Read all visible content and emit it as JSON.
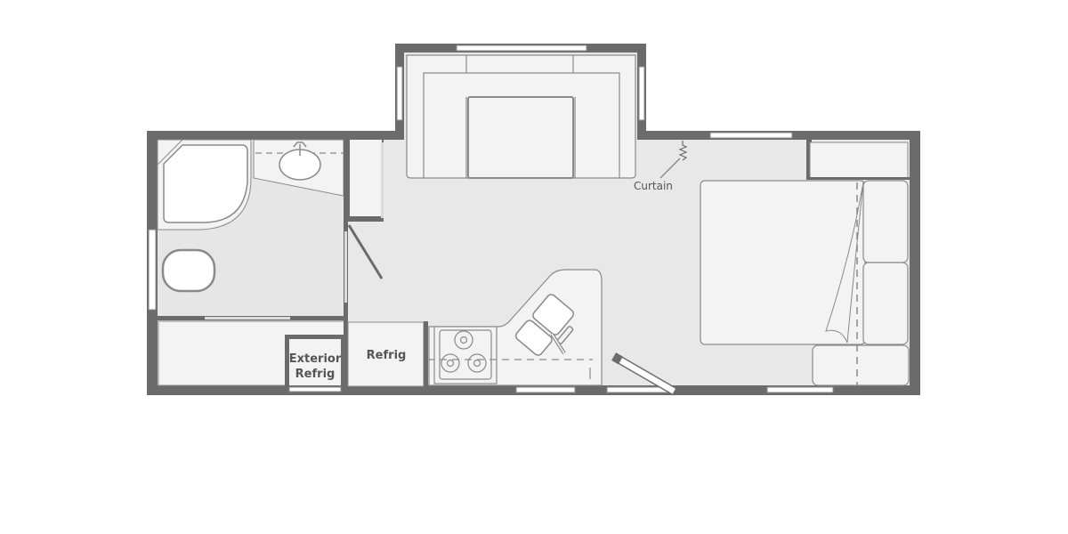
{
  "diagram": {
    "type": "rv-floor-plan",
    "colors": {
      "wall": "#6b6b6b",
      "floor": "#e8e8e8",
      "furniture": "#f3f3f3",
      "outline": "#8a8a8a",
      "window": "#ffffff",
      "label": "#555555"
    },
    "labels": {
      "curtain": "Curtain",
      "exterior_refrig_line1": "Exterior",
      "exterior_refrig_line2": "Refrig",
      "refrig": "Refrig"
    },
    "areas": [
      {
        "id": "bathroom",
        "features": [
          "corner-shower",
          "sink",
          "toilet"
        ]
      },
      {
        "id": "wardrobe"
      },
      {
        "id": "slide-out-sofa",
        "features": [
          "sofa",
          "ottoman"
        ]
      },
      {
        "id": "kitchen",
        "features": [
          "refrigerator",
          "three-burner-stove",
          "double-sink"
        ]
      },
      {
        "id": "exterior-refrigerator"
      },
      {
        "id": "front-storage"
      },
      {
        "id": "bedroom",
        "features": [
          "bed",
          "nightstands",
          "curtain",
          "wardrobe"
        ]
      },
      {
        "id": "entry-door"
      }
    ]
  }
}
